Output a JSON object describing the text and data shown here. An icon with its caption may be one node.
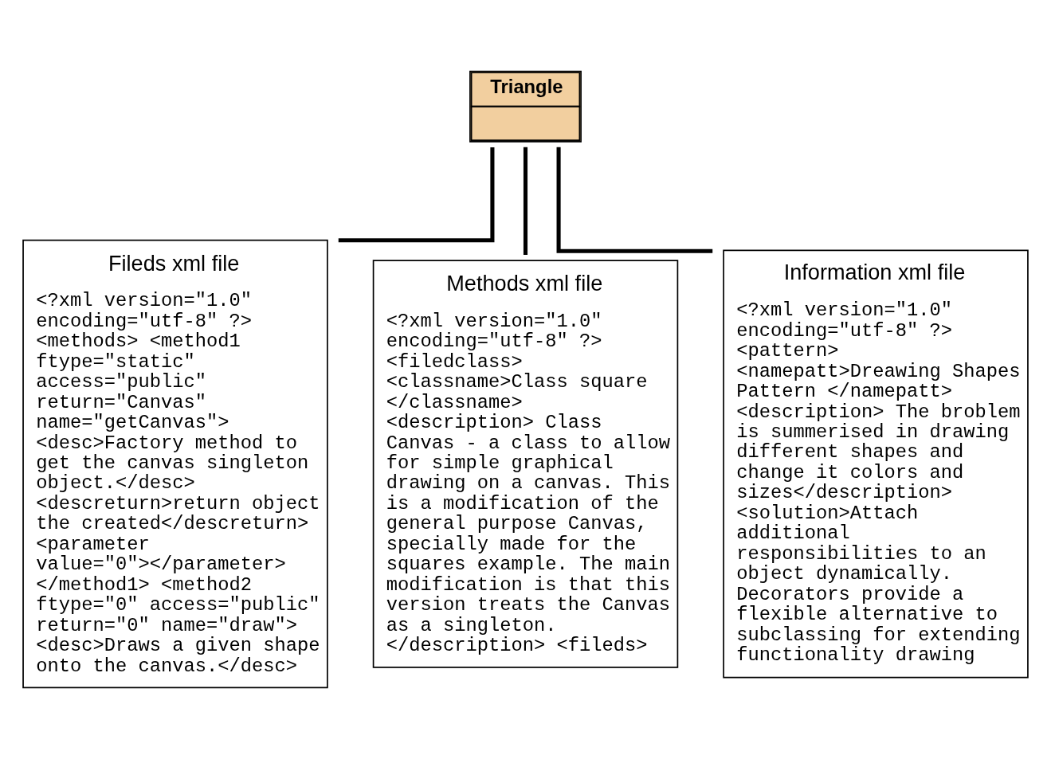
{
  "diagram": {
    "nodes": [
      {
        "text": [
          "Triangle"
        ]
      },
      {
        "text": [
          "Fileds xml file",
          "<?xml version=\"1.0\" encoding=\"utf-8\" ?> <methods> <method1 ftype=\"static\" access=\"public\" return=\"Canvas\" name=\"getCanvas\"> <desc>Factory method to get the canvas singleton object.</desc> <descreturn>return object the created</descreturn> <parameter value=\"0\"></parameter> </method1> <method2 ftype=\"0\" access=\"public\" return=\"0\" name=\"draw\"> <desc>Draws a given shape onto the canvas.</desc>"
        ]
      },
      {
        "text": [
          "Methods xml file",
          "<?xml version=\"1.0\" encoding=\"utf-8\" ?> <filedclass> <classname>Class square </classname> <description> Class Canvas - a class to allow for simple graphical drawing on a canvas. This is a modification of the general purpose Canvas, specially made for the squares example. The main modification is that this version treats the Canvas as a singleton. </description> <fileds>"
        ]
      },
      {
        "text": [
          "Information xml file",
          "<?xml version=\"1.0\" encoding=\"utf-8\" ?> <pattern> <namepatt>Dreawing Shapes Pattern </namepatt> <description> The broblem is summerised in drawing different shapes and change it colors and sizes</description> <solution>Attach additional responsibilities to an object dynamically. Decorators provide a flexible alternative to subclassing for extending functionality drawing"
        ]
      }
    ],
    "edges": [
      {
        "from": 0,
        "to": 1,
        "arrow": "none"
      },
      {
        "from": 0,
        "to": 2,
        "arrow": "none"
      },
      {
        "from": 0,
        "to": 3,
        "arrow": "none"
      }
    ]
  }
}
